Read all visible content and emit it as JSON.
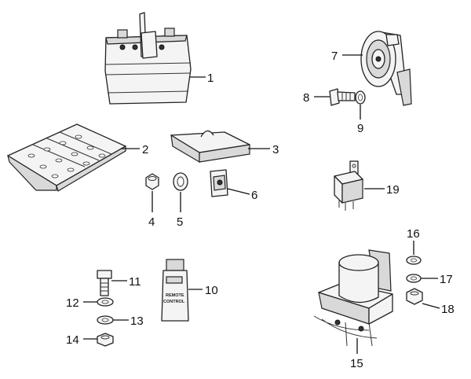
{
  "callouts": {
    "c1": "1",
    "c2": "2",
    "c3": "3",
    "c4": "4",
    "c5": "5",
    "c6": "6",
    "c7": "7",
    "c8": "8",
    "c9": "9",
    "c10": "10",
    "c11": "11",
    "c12": "12",
    "c13": "13",
    "c14": "14",
    "c15": "15",
    "c16": "16",
    "c17": "17",
    "c18": "18",
    "c19": "19"
  },
  "remote_label_line1": "REMOTE",
  "remote_label_line2": "CONTROL"
}
